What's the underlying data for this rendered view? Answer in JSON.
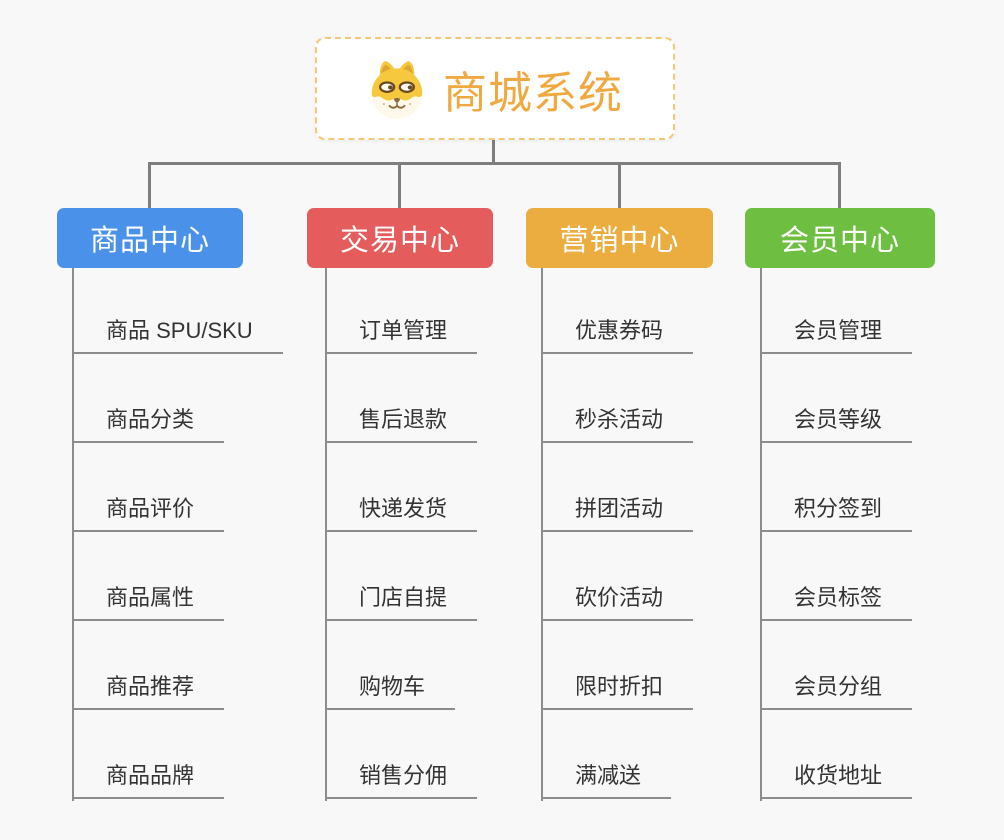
{
  "page": {
    "background": "#F8F8F8"
  },
  "root": {
    "title": "商城系统",
    "icon": "dog-face-icon",
    "text_color": "#F0A941",
    "border_color": "#F5C779"
  },
  "connector_color": "#7E7E7E",
  "branches": [
    {
      "label": "商品中心",
      "color": "#4A91EA",
      "items": [
        "商品 SPU/SKU",
        "商品分类",
        "商品评价",
        "商品属性",
        "商品推荐",
        "商品品牌"
      ]
    },
    {
      "label": "交易中心",
      "color": "#E45C5C",
      "items": [
        "订单管理",
        "售后退款",
        "快递发货",
        "门店自提",
        "购物车",
        "销售分佣"
      ]
    },
    {
      "label": "营销中心",
      "color": "#EBAC40",
      "items": [
        "优惠券码",
        "秒杀活动",
        "拼团活动",
        "砍价活动",
        "限时折扣",
        "满减送"
      ]
    },
    {
      "label": "会员中心",
      "color": "#6EBF41",
      "items": [
        "会员管理",
        "会员等级",
        "积分签到",
        "会员标签",
        "会员分组",
        "收货地址"
      ]
    }
  ]
}
